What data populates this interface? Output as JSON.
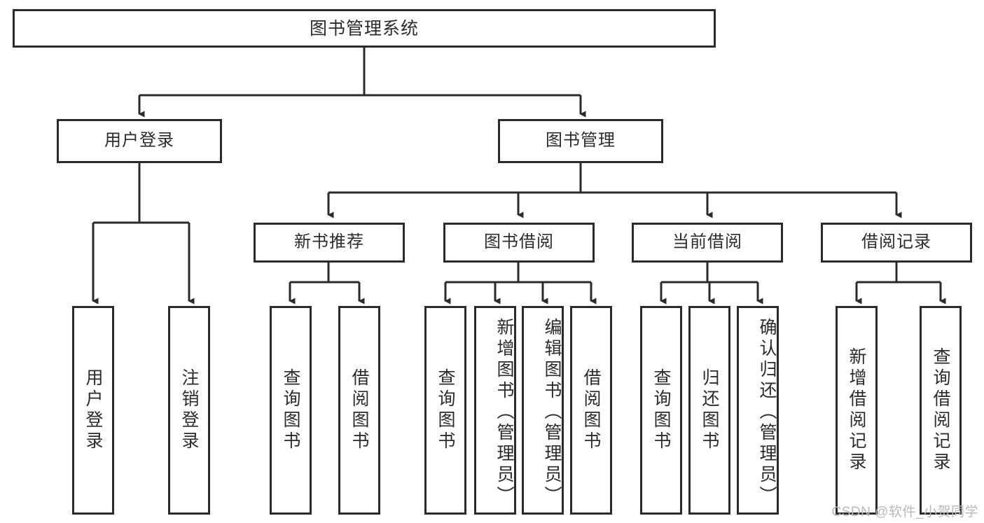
{
  "diagram": {
    "title": "图书管理系统",
    "type": "tree-hierarchy-diagram",
    "watermark": "CSDN @软件_小贺同学",
    "colors": {
      "stroke": "#2b2b2b",
      "fill": "#ffffff",
      "watermark": "#b9b9b9"
    },
    "root": {
      "label": "图书管理系统"
    },
    "level2": [
      {
        "label": "用户登录"
      },
      {
        "label": "图书管理"
      }
    ],
    "level3": [
      {
        "label": "新书推荐"
      },
      {
        "label": "图书借阅"
      },
      {
        "label": "当前借阅"
      },
      {
        "label": "借阅记录"
      }
    ],
    "leaves": {
      "user_login": [
        {
          "label": "用户登录"
        },
        {
          "label": "注销登录"
        }
      ],
      "new_book": [
        {
          "label": "查询图书"
        },
        {
          "label": "借阅图书"
        }
      ],
      "book_borrow": [
        {
          "label": "查询图书"
        },
        {
          "label": "新增图书（管理员）"
        },
        {
          "label": "编辑图书（管理员）"
        },
        {
          "label": "借阅图书"
        }
      ],
      "current_borrow": [
        {
          "label": "查询图书"
        },
        {
          "label": "归还图书"
        },
        {
          "label": "确认归还（管理员）"
        }
      ],
      "borrow_record": [
        {
          "label": "新增借阅记录"
        },
        {
          "label": "查询借阅记录"
        }
      ]
    }
  }
}
